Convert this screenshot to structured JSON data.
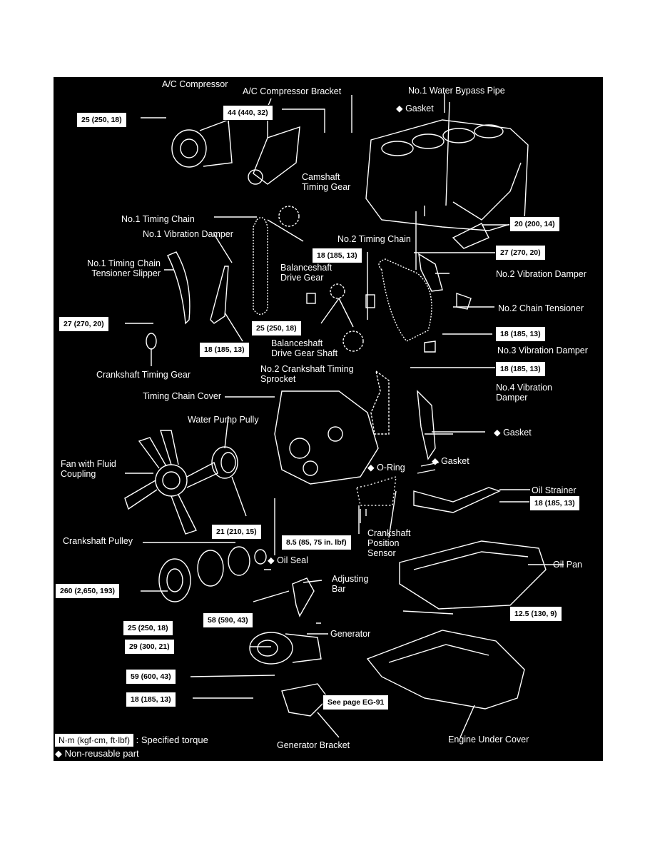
{
  "labels": {
    "ac_compressor": "A/C Compressor",
    "ac_compressor_bracket": "A/C Compressor Bracket",
    "water_bypass_pipe": "No.1 Water Bypass Pipe",
    "gasket_top": "◆ Gasket",
    "camshaft_timing_gear": "Camshaft Timing Gear",
    "no1_timing_chain": "No.1 Timing Chain",
    "no1_vibration_damper": "No.1 Vibration Damper",
    "no2_timing_chain": "No.2 Timing Chain",
    "no1_tensioner_slipper": "No.1 Timing Chain Tensioner Slipper",
    "balanceshaft_drive_gear": "Balanceshaft Drive Gear",
    "no2_vibration_damper": "No.2 Vibration Damper",
    "no2_chain_tensioner": "No.2 Chain Tensioner",
    "balanceshaft_drive_gear_shaft": "Balanceshaft Drive Gear Shaft",
    "no3_vibration_damper": "No.3 Vibration Damper",
    "crankshaft_timing_gear": "Crankshaft Timing Gear",
    "no2_crankshaft_sprocket": "No.2 Crankshaft Timing Sprocket",
    "no4_vibration_damper": "No.4 Vibration Damper",
    "timing_chain_cover": "Timing Chain Cover",
    "water_pump_pully": "Water Pump Pully",
    "gasket_mid": "◆ Gasket",
    "fan_fluid_coupling": "Fan with Fluid Coupling",
    "gasket_lower": "◆ Gasket",
    "o_ring": "◆ O-Ring",
    "oil_strainer": "Oil Strainer",
    "crankshaft_position_sensor": "Crankshaft Position Sensor",
    "crankshaft_pulley": "Crankshaft Pulley",
    "oil_seal": "◆ Oil Seal",
    "oil_pan": "Oil Pan",
    "adjusting_bar": "Adjusting Bar",
    "generator": "Generator",
    "generator_bracket": "Generator Bracket",
    "engine_under_cover": "Engine Under Cover"
  },
  "torques": {
    "t_ac_comp": "25 (250, 18)",
    "t_ac_bracket": "44 (440, 32)",
    "t_bypass": "20 (200, 14)",
    "t_no2_damper": "27 (270, 20)",
    "t_no2_chain": "18 (185, 13)",
    "t_tensioner_slipper": "27 (270, 20)",
    "t_balance_gear": "25 (250, 18)",
    "t_no1_damper": "18 (185, 13)",
    "t_no2_tensioner": "18 (185, 13)",
    "t_no3_damper": "18 (185, 13)",
    "t_oil_strainer": "18 (185, 13)",
    "t_fan": "21 (210, 15)",
    "t_sensor": "8.5 (85, 75 in. lbf)",
    "t_crank_pulley": "260 (2,650, 193)",
    "t_oil_pan": "12.5 (130, 9)",
    "t_pulley_small": "25 (250, 18)",
    "t_adjusting_bar": "58 (590, 43)",
    "t_generator": "29 (300, 21)",
    "t_gen_bolt": "59 (600, 43)",
    "t_gen_bolt2": "18 (185, 13)",
    "t_see_page": "See page EG-91"
  },
  "legend": {
    "unit_box": "N·m (kgf·cm, ft·lbf)",
    "unit_text": ": Specified torque",
    "non_reusable": "◆ Non-reusable part"
  }
}
